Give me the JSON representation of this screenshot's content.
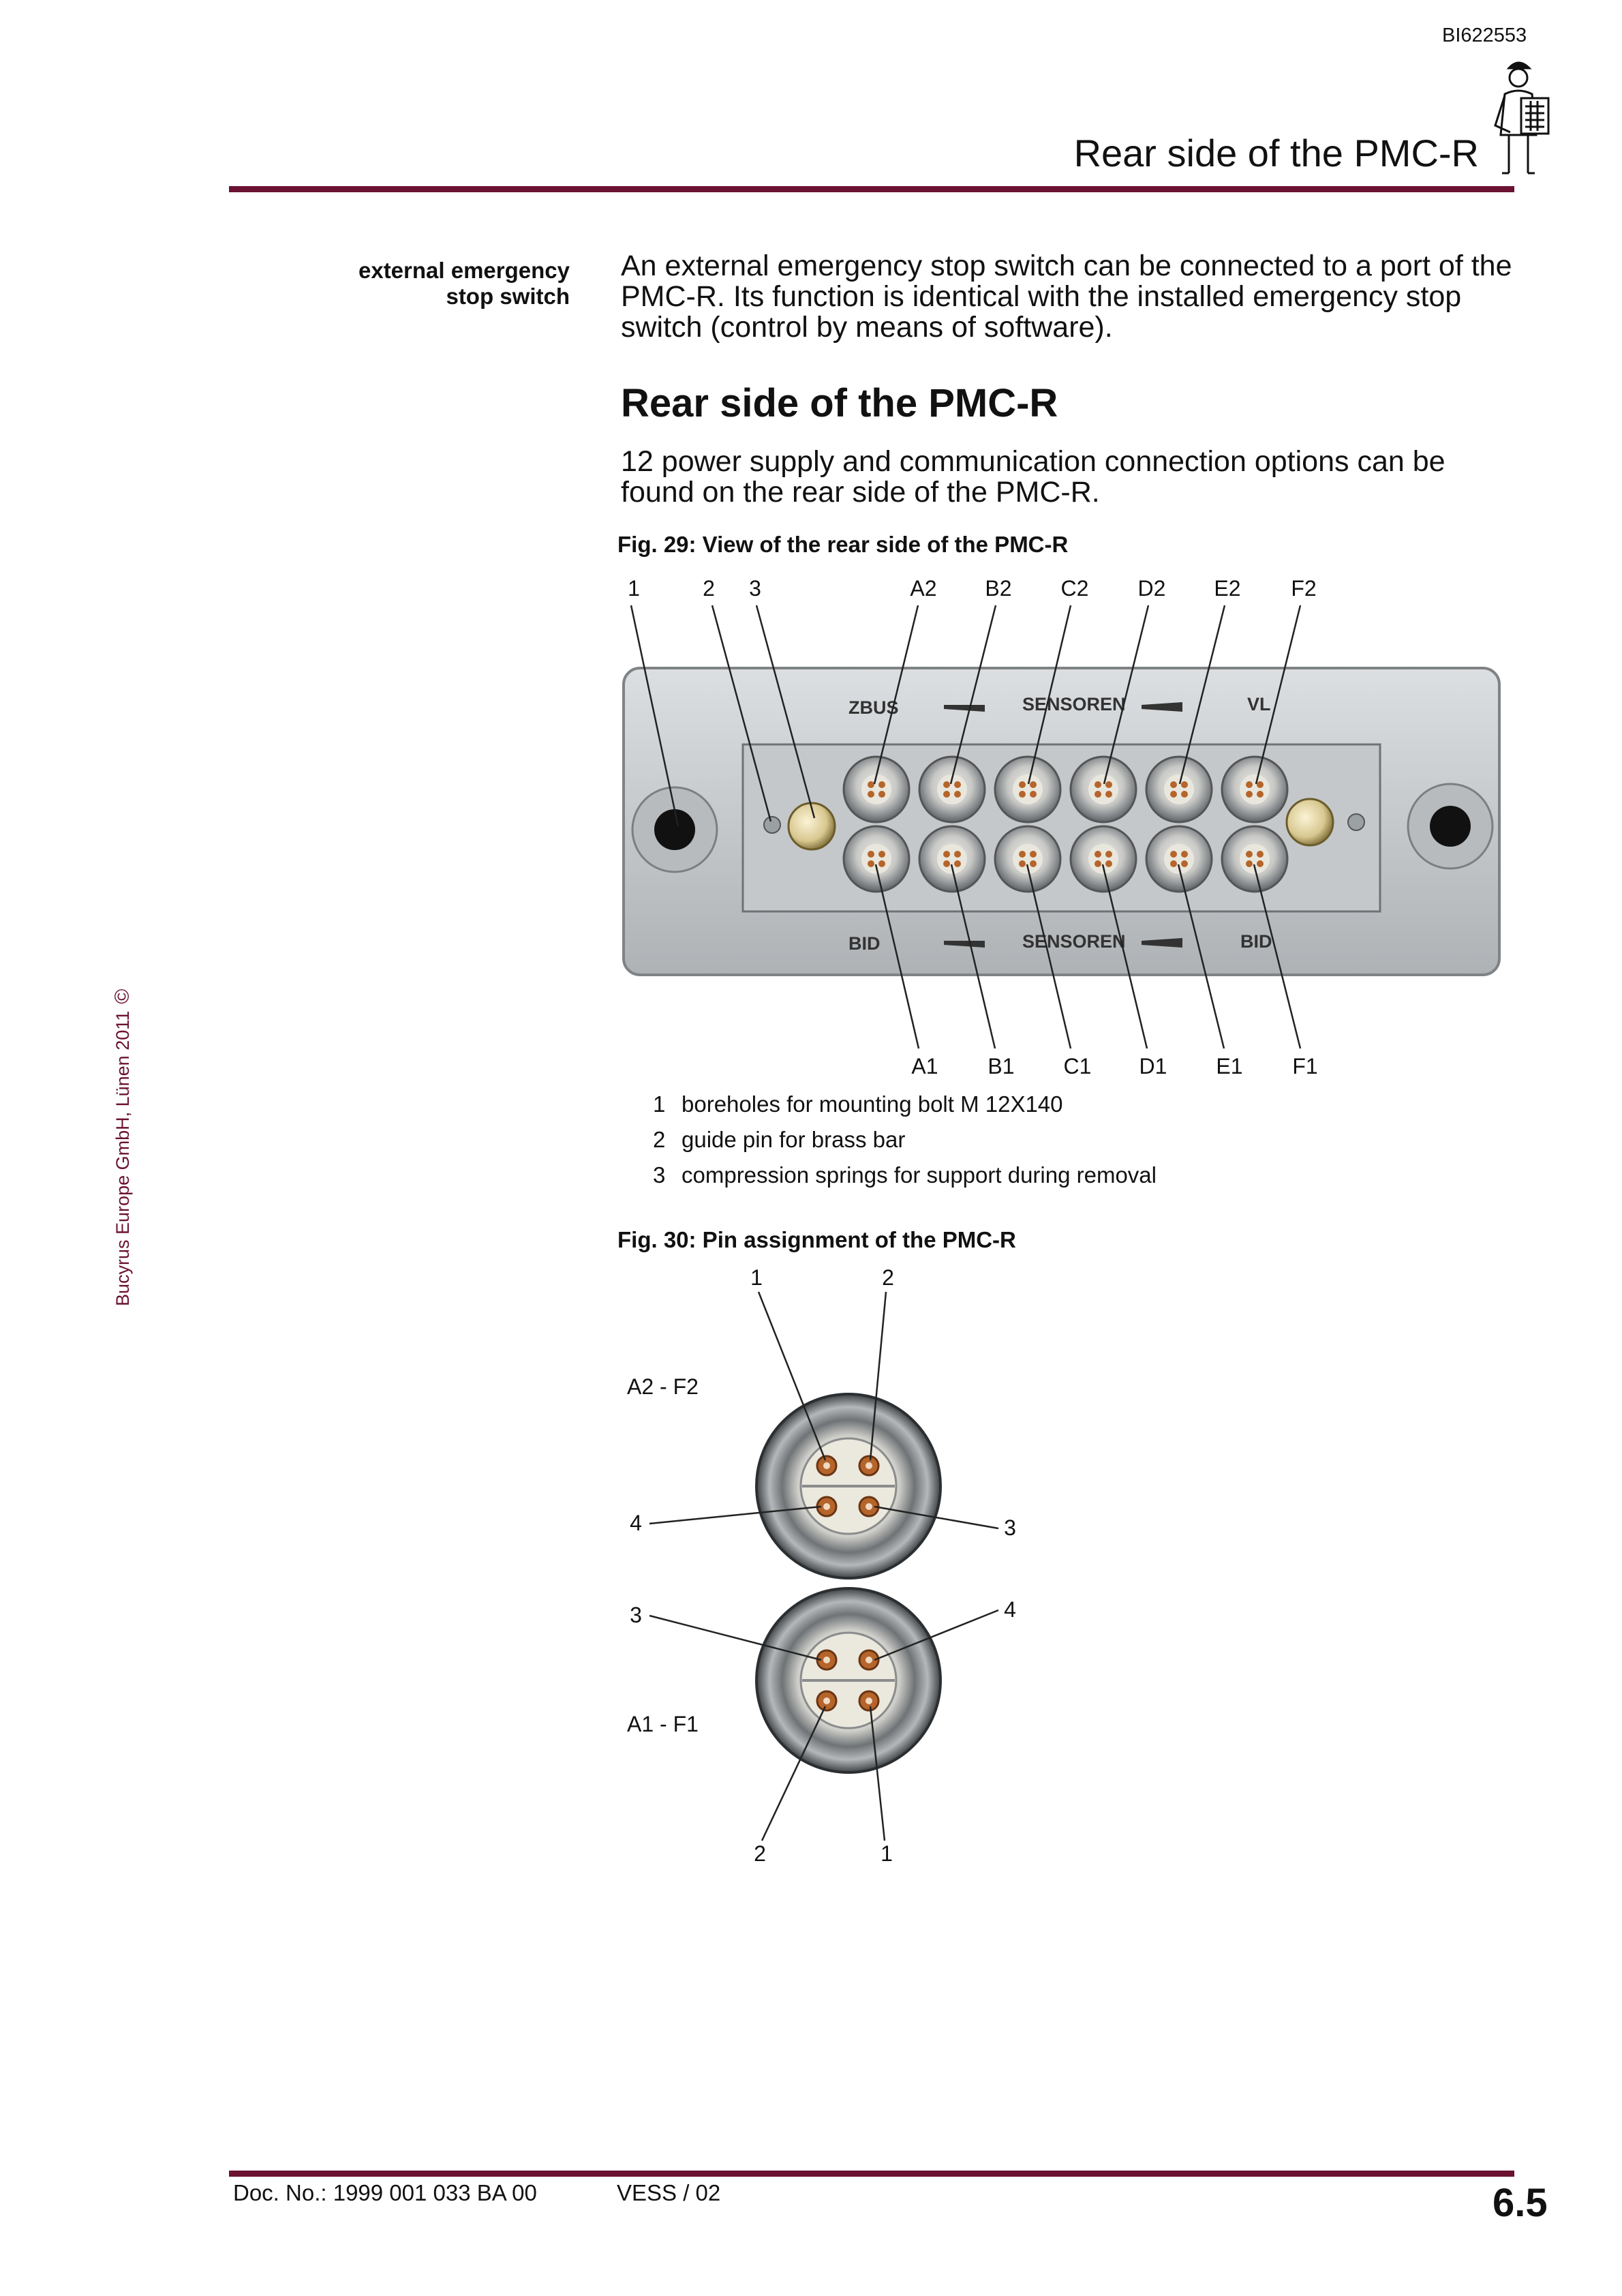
{
  "header": {
    "doc_id": "BI622553",
    "title": "Rear side of the PMC-R"
  },
  "side_label": {
    "line1": "external emergency",
    "line2": "stop switch"
  },
  "paragraph1": "An external emergency stop switch can be connected to a port of the PMC-R. Its function is identical with the installed emergency stop switch (control by means of software).",
  "section_heading": "Rear side of the PMC-R",
  "paragraph2": "12 power supply and communication connection options can be found on the rear side of the PMC-R.",
  "figure29": {
    "caption": "Fig. 29:  View of the rear side of the PMC-R",
    "callouts_top": [
      "1",
      "2",
      "3",
      "A2",
      "B2",
      "C2",
      "D2",
      "E2",
      "F2"
    ],
    "callouts_bottom": [
      "A1",
      "B1",
      "C1",
      "D1",
      "E1",
      "F1"
    ],
    "panel_labels": {
      "zbus": "ZBUS",
      "sensoren_top": "SENSOREN",
      "vl": "VL",
      "bid_left": "BID",
      "sensoren_bottom": "SENSOREN",
      "bid_right": "BID"
    },
    "legend": [
      {
        "num": "1",
        "text": "boreholes for mounting bolt M 12X140"
      },
      {
        "num": "2",
        "text": "guide pin for brass bar"
      },
      {
        "num": "3",
        "text": "compression springs for support during removal"
      }
    ]
  },
  "figure30": {
    "caption": "Fig. 30:  Pin assignment of the PMC-R",
    "upper_label": "A2 - F2",
    "lower_label": "A1 - F1",
    "upper_pins": {
      "p1": "1",
      "p2": "2",
      "p3": "3",
      "p4": "4"
    },
    "lower_pins": {
      "p1": "1",
      "p2": "2",
      "p3": "3",
      "p4": "4"
    }
  },
  "copyright": {
    "text": "Bucyrus Europe GmbH, Lünen 2011",
    "symbol": "©"
  },
  "footer": {
    "doc_no": "Doc. No.: 1999 001 033 BA 00",
    "version": "VESS / 02",
    "page": "6.5"
  },
  "colors": {
    "rule": "#6b1232",
    "panel": "#cfd2d4",
    "connector_metal": "#a9adb0",
    "pin_copper": "#b5652b"
  }
}
